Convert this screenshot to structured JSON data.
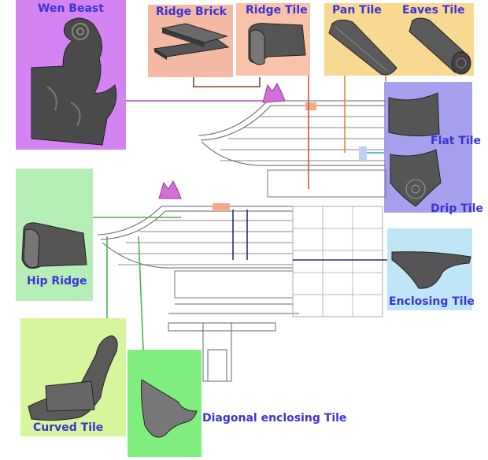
{
  "labels": {
    "wen_beast": "Wen Beast",
    "ridge_brick": "Ridge Brick",
    "ridge_tile": "Ridge Tile",
    "pan_tile": "Pan Tile",
    "eaves_tile": "Eaves Tile",
    "flat_tile": "Flat Tile",
    "drip_tile": "Drip Tile",
    "hip_ridge": "Hip Ridge",
    "enclosing_tile": "Enclosing Tile",
    "curved_tile": "Curved Tile",
    "diagonal_enclosing_tile": "Diagonal enclosing Tile"
  },
  "colors": {
    "label_text": "#3b33d6",
    "wen_beast_panel": "#d484f2",
    "ridge_brick_panel": "#f3b9a3",
    "ridge_tile_panel": "#f8c3a8",
    "pan_eaves_panel": "#f9d992",
    "flat_drip_panel": "#a7a0ef",
    "hip_ridge_panel": "#b5efb5",
    "enclosing_panel": "#bfe6f7",
    "curved_panel": "#d6f59c",
    "diagonal_panel": "#7fee7f",
    "connector_magenta": "#b04ab2",
    "connector_brown": "#7a4a2a",
    "connector_green": "#4fb04f",
    "connector_navy": "#2e2a86",
    "connector_orange": "#e08a2a",
    "connector_teal": "#3aa",
    "building_line": "#555555"
  }
}
